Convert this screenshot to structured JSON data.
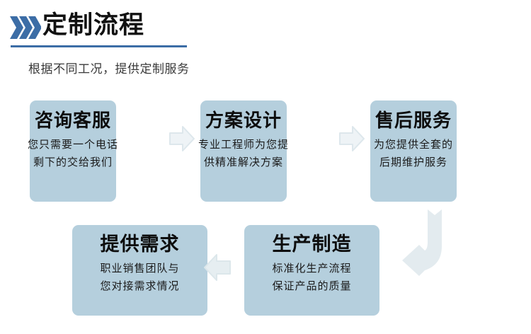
{
  "header": {
    "chevron_icon": "triple-chevron-right-icon",
    "title": "定制流程",
    "subtitle": "根据不同工况，提供定制服务",
    "accent_color": "#3c6da6",
    "title_color": "#111111",
    "subtitle_color": "#3a3a3a"
  },
  "flow": {
    "card_bg_color": "#b5cfdd",
    "arrow_color": "#e3ebef",
    "cards": [
      {
        "id": "card-1",
        "step": 1,
        "title": "咨询客服",
        "body_lines": [
          "您只需要一个电话",
          "剩下的交给我们"
        ]
      },
      {
        "id": "card-2",
        "step": 2,
        "title": "方案设计",
        "body_lines": [
          "专业工程师为您提",
          "供精准解决方案"
        ]
      },
      {
        "id": "card-3",
        "step": 3,
        "title": "售后服务",
        "body_lines": [
          "为您提供全套的",
          "后期维护服务"
        ]
      },
      {
        "id": "card-4",
        "step": 5,
        "title": "提供需求",
        "body_lines": [
          "职业销售团队与",
          "您对接需求情况"
        ]
      },
      {
        "id": "card-5",
        "step": 4,
        "title": "生产制造",
        "body_lines": [
          "标准化生产流程",
          "保证产品的质量"
        ]
      }
    ],
    "arrows": [
      {
        "id": "arrow-1",
        "icon": "arrow-right-icon",
        "direction": "right"
      },
      {
        "id": "arrow-2",
        "icon": "arrow-right-icon",
        "direction": "right"
      },
      {
        "id": "arrow-3",
        "icon": "arrow-left-icon",
        "direction": "left"
      },
      {
        "id": "arrow-4",
        "icon": "arrow-u-turn-down-left-icon",
        "direction": "u-turn-down-left"
      }
    ]
  }
}
